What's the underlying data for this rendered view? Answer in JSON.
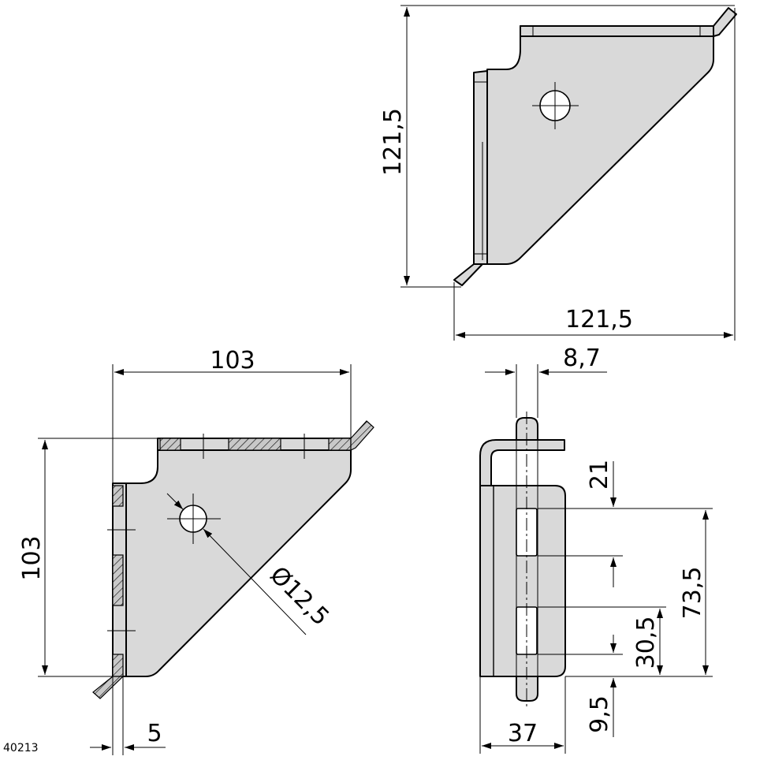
{
  "drawing_number": "40213",
  "top_view": {
    "height_label": "121,5",
    "width_label": "121,5"
  },
  "front_view": {
    "width_label": "103",
    "height_label": "103",
    "hole_label": "Ø12,5",
    "thickness_label": "5"
  },
  "side_view": {
    "offset_label": "8,7",
    "slot_length_label": "21",
    "slot_span_label": "73,5",
    "lower_slot_label": "30,5",
    "bottom_offset_label": "9,5",
    "depth_label": "37"
  }
}
